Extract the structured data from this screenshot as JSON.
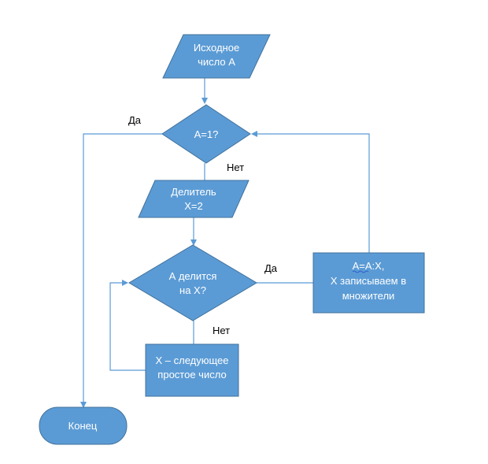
{
  "nodes": {
    "start": {
      "line1": "Исходное",
      "line2": "число А"
    },
    "check_one": {
      "text": "А=1?"
    },
    "divisor_init": {
      "line1": "Делитель",
      "line2": "X=2"
    },
    "check_divisible": {
      "line1": "А делится",
      "line2": "на X?"
    },
    "divide": {
      "line1": "A=A:X,",
      "line2": "X записываем в",
      "line3": "множители"
    },
    "next_prime": {
      "line1": "X – следующее",
      "line2": "простое число"
    },
    "end": {
      "text": "Конец"
    }
  },
  "labels": {
    "one_yes": "Да",
    "one_no": "Нет",
    "div_yes": "Да",
    "div_no": "Нет"
  },
  "colors": {
    "shape_fill": "#5b9bd5",
    "shape_stroke": "#41719c",
    "connector": "#5b9bd5",
    "node_text": "#ffffff",
    "label_text": "#000000"
  }
}
